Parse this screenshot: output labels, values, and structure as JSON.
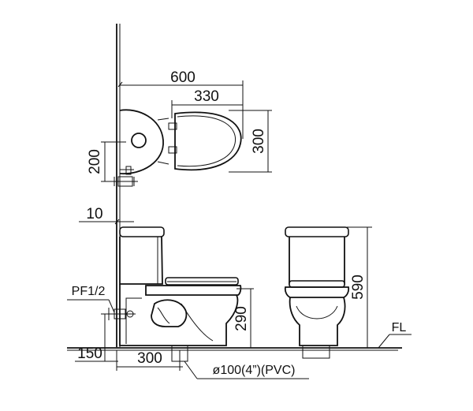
{
  "dimensions": {
    "overall_width": "600",
    "bowl_width": "330",
    "bowl_depth": "300",
    "inlet_offset": "200",
    "wall_gap": "10",
    "supply_label": "PF1/2",
    "supply_height": "150",
    "outlet_offset": "300",
    "bowl_height": "290",
    "total_height": "590",
    "floor_label": "FL",
    "outlet_spec": "ø100(4”)(PVC)"
  },
  "colors": {
    "line": "#111111",
    "background": "#ffffff"
  }
}
